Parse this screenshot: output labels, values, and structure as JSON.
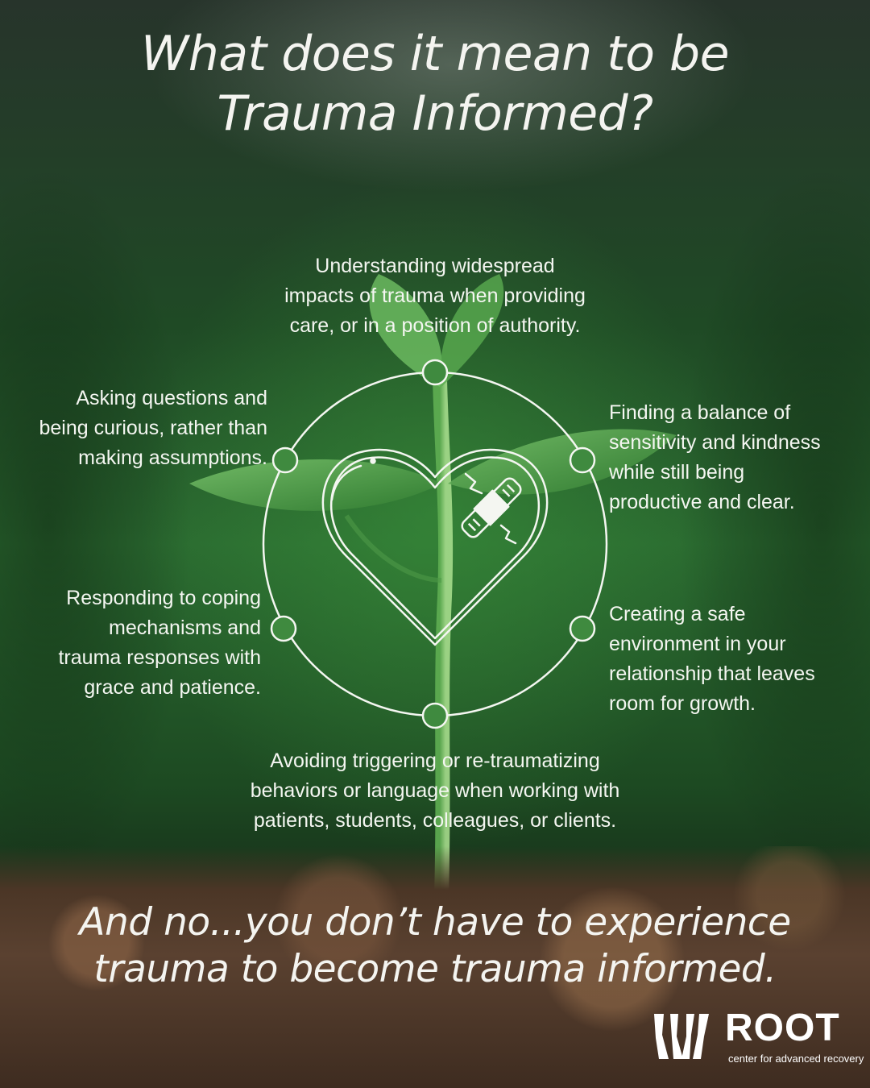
{
  "title": {
    "line1": "What does it mean to be",
    "line2": "Trauma Informed?"
  },
  "points": {
    "top": [
      "Understanding widespread",
      "impacts of trauma when providing",
      "care, or in a position of authority."
    ],
    "left_upper": [
      "Asking questions and",
      "being curious, rather than",
      "making assumptions."
    ],
    "right_upper": [
      "Finding a balance of",
      "sensitivity and kindness",
      "while still being",
      "productive and clear."
    ],
    "left_lower": [
      "Responding to coping",
      "mechanisms and",
      "trauma responses with",
      "grace and patience."
    ],
    "right_lower": [
      "Creating a safe",
      "environment in your",
      "relationship that leaves",
      "room for growth."
    ],
    "bottom": [
      "Avoiding triggering or re-traumatizing",
      "behaviors or language when working with",
      "patients, students, colleagues, or clients."
    ]
  },
  "center_icon": "bandaged-heart-icon",
  "tagline": {
    "line1": "And no...you don’t have to experience",
    "line2": "trauma to become trauma informed."
  },
  "logo": {
    "name": "ROOT",
    "subtitle": "center for advanced recovery"
  },
  "colors": {
    "text": "#f4f6f1",
    "background_green": "#2a6a30",
    "soil": "#5a4130"
  }
}
